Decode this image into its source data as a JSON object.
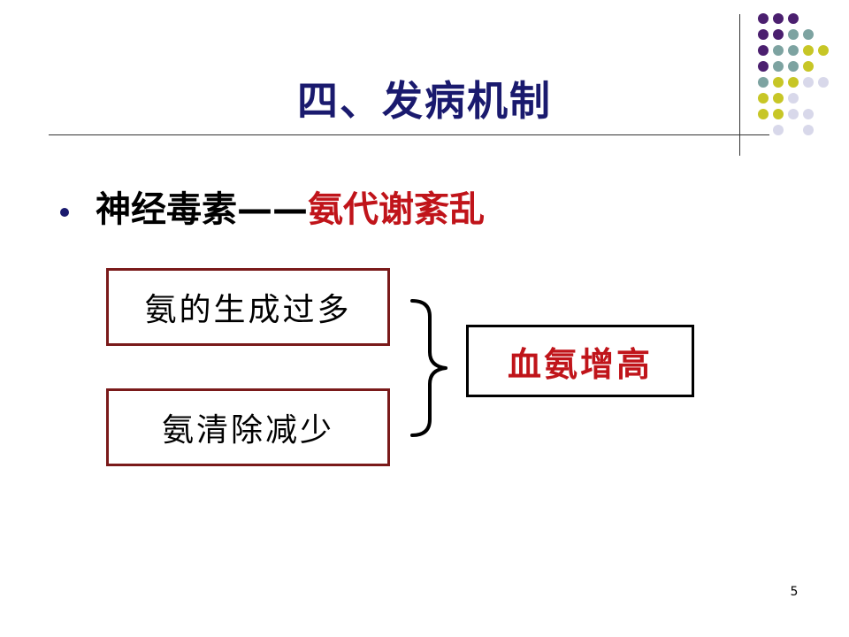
{
  "slide": {
    "title": "四、发病机制",
    "bullet": {
      "prefix": "神经毒素——",
      "highlight": "氨代谢紊乱"
    },
    "box_cause_1": "氨的生成过多",
    "box_cause_2": "氨清除减少",
    "box_result": "血氨增高",
    "page_number": "5"
  },
  "colors": {
    "title": "#1a1a6e",
    "highlight_red": "#c0141a",
    "box_border": "#7a1a1a",
    "dot_purple": "#4b1f6f",
    "dot_teal": "#7da3a1",
    "dot_yellow": "#c7c626",
    "dot_lavender": "#d8d8ea"
  }
}
